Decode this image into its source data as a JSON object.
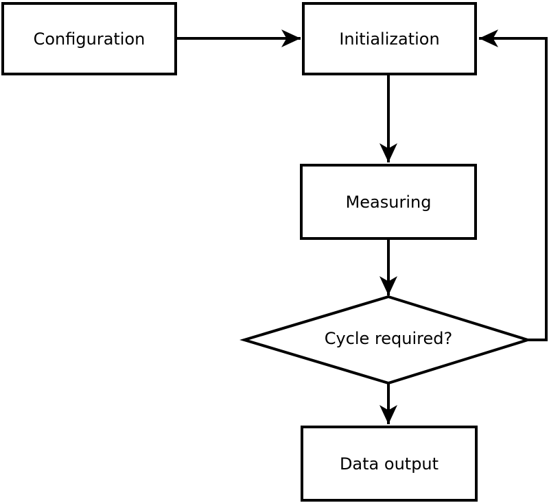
{
  "diagram": {
    "type": "flowchart",
    "background_color": "#ffffff",
    "stroke_color": "#000000",
    "text_color": "#000000",
    "node_fill_color": "#ffffff",
    "nodes": [
      {
        "id": "configuration",
        "shape": "rectangle",
        "label": "Configuration"
      },
      {
        "id": "initialization",
        "shape": "rectangle",
        "label": "Initialization"
      },
      {
        "id": "measuring",
        "shape": "rectangle",
        "label": "Measuring"
      },
      {
        "id": "cycle-required",
        "shape": "diamond",
        "label": "Cycle required?"
      },
      {
        "id": "data-output",
        "shape": "rectangle",
        "label": "Data output"
      }
    ],
    "edges": [
      {
        "from": "configuration",
        "to": "initialization",
        "kind": "straight-arrow"
      },
      {
        "from": "initialization",
        "to": "measuring",
        "kind": "straight-arrow"
      },
      {
        "from": "measuring",
        "to": "cycle-required",
        "kind": "straight-arrow"
      },
      {
        "from": "cycle-required",
        "to": "data-output",
        "kind": "straight-arrow"
      },
      {
        "from": "cycle-required",
        "to": "initialization",
        "kind": "feedback-loop-arrow"
      }
    ]
  }
}
